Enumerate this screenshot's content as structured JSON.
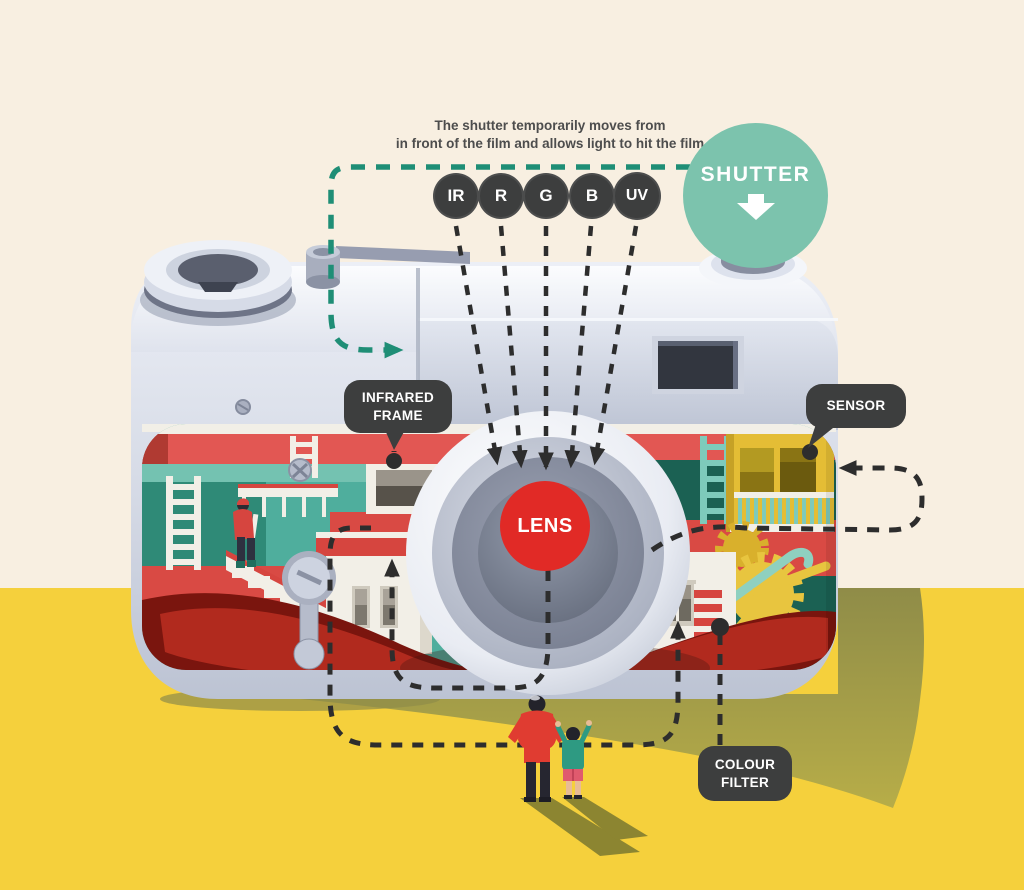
{
  "caption": {
    "line1": "The shutter temporarily moves from",
    "line2": "in front of the film and allows light to hit the film"
  },
  "filters": [
    {
      "label": "IR"
    },
    {
      "label": "R"
    },
    {
      "label": "G"
    },
    {
      "label": "B"
    },
    {
      "label": "UV"
    }
  ],
  "shutter": {
    "label": "SHUTTER",
    "icon": "down-arrow-icon"
  },
  "annotations": {
    "infrared_frame": {
      "line1": "INFRARED",
      "line2": "FRAME"
    },
    "sensor": {
      "label": "SENSOR"
    },
    "lens": {
      "label": "LENS"
    },
    "colour_filter": {
      "line1": "COLOUR",
      "line2": "FILTER"
    }
  },
  "colors": {
    "accent-teal": "#7cc3ad",
    "dash-teal": "#1f8e76",
    "label-charcoal": "#3d3e3e",
    "lens-red": "#e12a26",
    "bg-cream": "#f8efe1",
    "bg-yellow": "#f5d03c",
    "dash-ink": "#2d2d2d"
  }
}
